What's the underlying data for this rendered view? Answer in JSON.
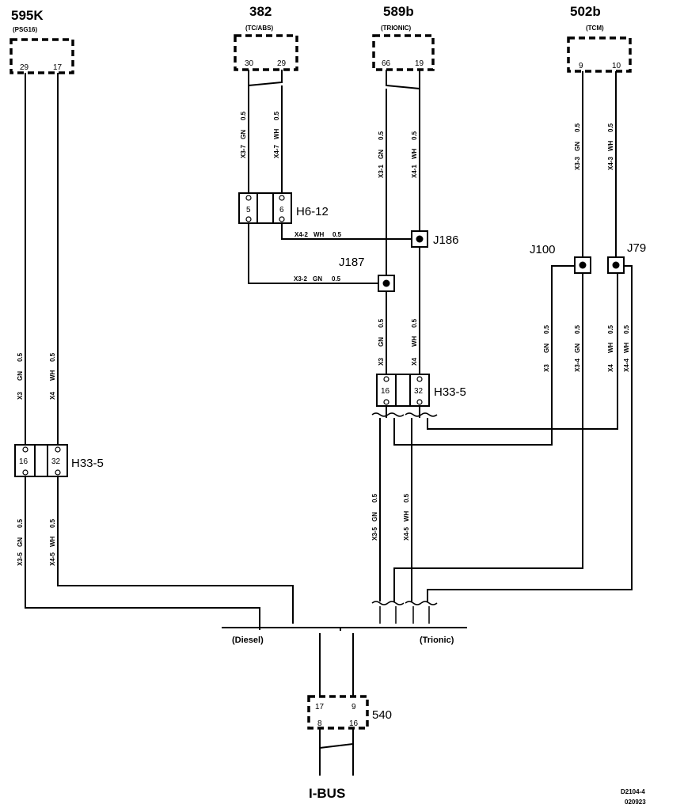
{
  "components": {
    "c595k": {
      "id": "595K",
      "sub": "(PSG16)",
      "pin_a": "29",
      "pin_b": "17"
    },
    "c382": {
      "id": "382",
      "sub": "(TC/ABS)",
      "pin_a": "30",
      "pin_b": "29"
    },
    "c589b": {
      "id": "589b",
      "sub": "(TRIONIC)",
      "pin_a": "66",
      "pin_b": "19"
    },
    "c502b": {
      "id": "502b",
      "sub": "(TCM)",
      "pin_a": "9",
      "pin_b": "10"
    },
    "c540": {
      "id": "540",
      "pin_tl": "17",
      "pin_tr": "9",
      "pin_bl": "8",
      "pin_br": "16"
    }
  },
  "connectors": {
    "h6_12": {
      "id": "H6-12",
      "pin_a": "5",
      "pin_b": "6"
    },
    "h33_5_left": {
      "id": "H33-5",
      "pin_a": "16",
      "pin_b": "32"
    },
    "h33_5_mid": {
      "id": "H33-5",
      "pin_a": "16",
      "pin_b": "32"
    }
  },
  "junctions": {
    "j186": "J186",
    "j187": "J187",
    "j100": "J100",
    "j79": "J79"
  },
  "wire_labels": {
    "w382_gn": [
      "X3-7",
      "GN",
      "0.5"
    ],
    "w382_wh": [
      "X4-7",
      "WH",
      "0.5"
    ],
    "w589_gn": [
      "X3-1",
      "GN",
      "0.5"
    ],
    "w589_wh": [
      "X4-1",
      "WH",
      "0.5"
    ],
    "w502_gn": [
      "X3-3",
      "GN",
      "0.5"
    ],
    "w502_wh": [
      "X4-3",
      "WH",
      "0.5"
    ],
    "w595_gn": [
      "X3",
      "GN",
      "0.5"
    ],
    "w595_wh": [
      "X4",
      "WH",
      "0.5"
    ],
    "wl_gn_low": [
      "X3-5",
      "GN",
      "0.5"
    ],
    "wl_wh_low": [
      "X4-5",
      "WH",
      "0.5"
    ],
    "wm_gn_low": [
      "X3-5",
      "GN",
      "0.5"
    ],
    "wm_wh_low": [
      "X4-5",
      "WH",
      "0.5"
    ],
    "wm_gn_mid": [
      "X3",
      "GN",
      "0.5"
    ],
    "wm_wh_mid": [
      "X4",
      "WH",
      "0.5"
    ],
    "wj100_out": [
      "X3",
      "GN",
      "0.5"
    ],
    "wj100_x34": [
      "X3-4",
      "GN",
      "0.5"
    ],
    "wj79_out": [
      "X4",
      "WH",
      "0.5"
    ],
    "wj79_x44": [
      "X4-4",
      "WH",
      "0.5"
    ],
    "h_x42": [
      "X4-2",
      "WH",
      "0.5"
    ],
    "h_x32": [
      "X3-2",
      "GN",
      "0.5"
    ]
  },
  "bus_labels": {
    "diesel": "(Diesel)",
    "trionic": "(Trionic)",
    "ibus": "I-BUS"
  },
  "footer": {
    "code": "D2104-4",
    "date": "020923"
  }
}
